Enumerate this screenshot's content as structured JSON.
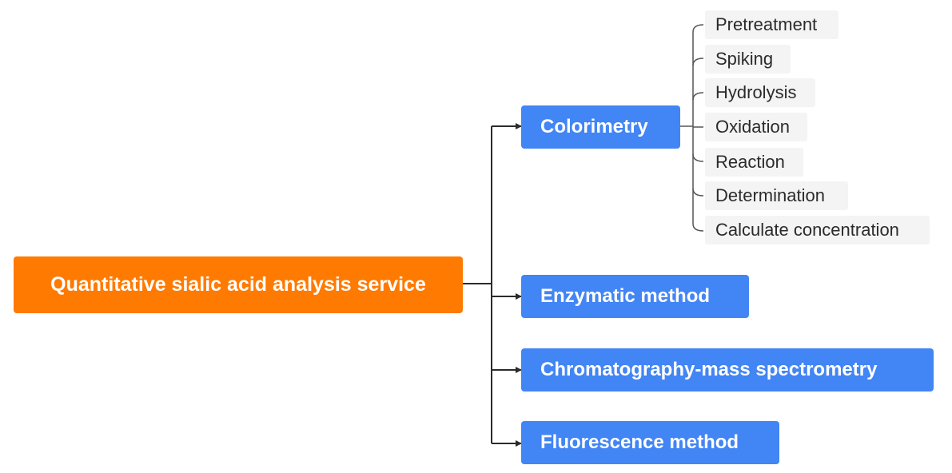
{
  "diagram": {
    "root": {
      "label": "Quantitative sialic acid analysis service",
      "color": "#ff7a00"
    },
    "methods": [
      {
        "label": "Colorimetry",
        "color": "#4285f4",
        "steps": [
          "Pretreatment",
          "Spiking",
          "Hydrolysis",
          "Oxidation",
          "Reaction",
          "Determination",
          "Calculate concentration"
        ]
      },
      {
        "label": "Enzymatic method",
        "color": "#4285f4"
      },
      {
        "label": "Chromatography-mass spectrometry",
        "color": "#4285f4"
      },
      {
        "label": "Fluorescence method",
        "color": "#4285f4"
      }
    ]
  }
}
